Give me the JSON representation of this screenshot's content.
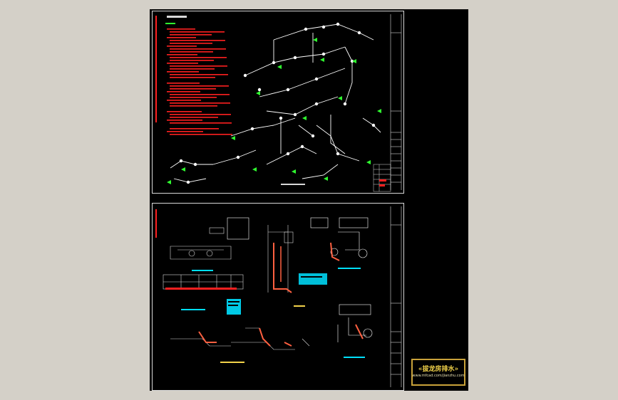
{
  "viewport": {
    "background_color": "#d4d0c8",
    "canvas_color": "#000000"
  },
  "drawing": {
    "sheets": [
      {
        "name": "sheet-1",
        "content": "system-diagram"
      },
      {
        "name": "sheet-2",
        "content": "detail-drawings"
      }
    ],
    "line_colors": {
      "frame": "#d8d8d8",
      "pipe": "#ffffff",
      "notes": "#ff2020",
      "symbols": "#30ff30",
      "highlight": "#00e0ff",
      "accent": "#ff6040"
    }
  },
  "watermark": {
    "title": "«拔龙房排水»",
    "url": "www.mfcad.com/jianzhu.com",
    "border_color": "#c9a23a",
    "text_color": "#f3d34a"
  }
}
